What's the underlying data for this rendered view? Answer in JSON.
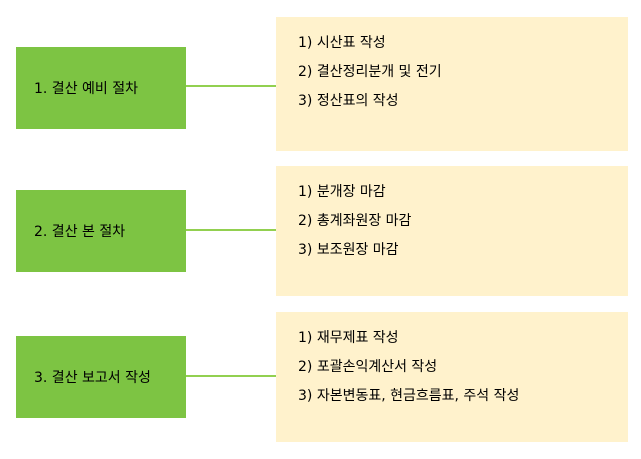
{
  "steps": [
    {
      "title": "1. 결산 예비 절차",
      "items": [
        "1) 시산표 작성",
        "2) 결산정리분개 및 전기",
        "3) 정산표의 작성"
      ]
    },
    {
      "title": "2. 결산 본 절차",
      "items": [
        "1) 분개장 마감",
        "2) 총계좌원장 마감",
        "3) 보조원장 마감"
      ]
    },
    {
      "title": "3. 결산 보고서 작성",
      "items": [
        "1) 재무제표 작성",
        "2) 포괄손익계산서 작성",
        "3) 자본변동표, 현금흐름표, 주석 작성"
      ]
    }
  ],
  "colors": {
    "step_box": "#7dc443",
    "connector": "#92d050",
    "detail_box": "#fff2cc"
  }
}
